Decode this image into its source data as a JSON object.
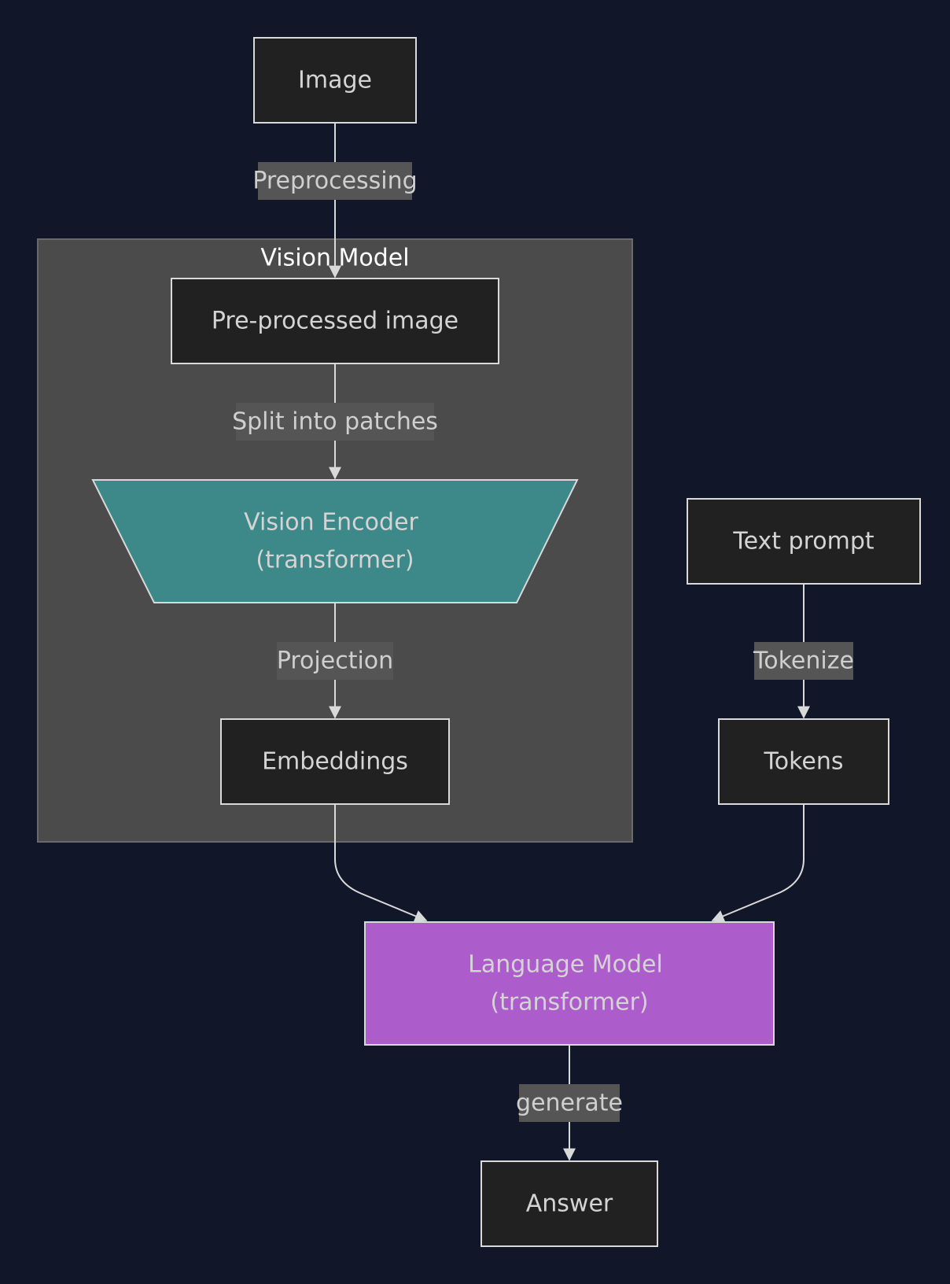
{
  "colors": {
    "background": "#121629",
    "node_fill": "#212121",
    "node_stroke": "#d9d9d9",
    "cluster_fill": "#4b4b4b",
    "encoder_fill": "#3d8888",
    "language_model_fill": "#ac5ccb",
    "edge_label_bg": "#555555"
  },
  "cluster": {
    "title": "Vision Model"
  },
  "nodes": {
    "image": {
      "label": "Image"
    },
    "preprocessed": {
      "label": "Pre-processed image"
    },
    "encoder": {
      "line1": "Vision Encoder",
      "line2": "(transformer)"
    },
    "embeddings": {
      "label": "Embeddings"
    },
    "text_prompt": {
      "label": "Text prompt"
    },
    "tokens": {
      "label": "Tokens"
    },
    "language_model": {
      "line1": "Language Model",
      "line2": "(transformer)"
    },
    "answer": {
      "label": "Answer"
    }
  },
  "edges": {
    "preprocessing": "Preprocessing",
    "split": "Split into patches",
    "projection": "Projection",
    "tokenize": "Tokenize",
    "generate": "generate"
  }
}
